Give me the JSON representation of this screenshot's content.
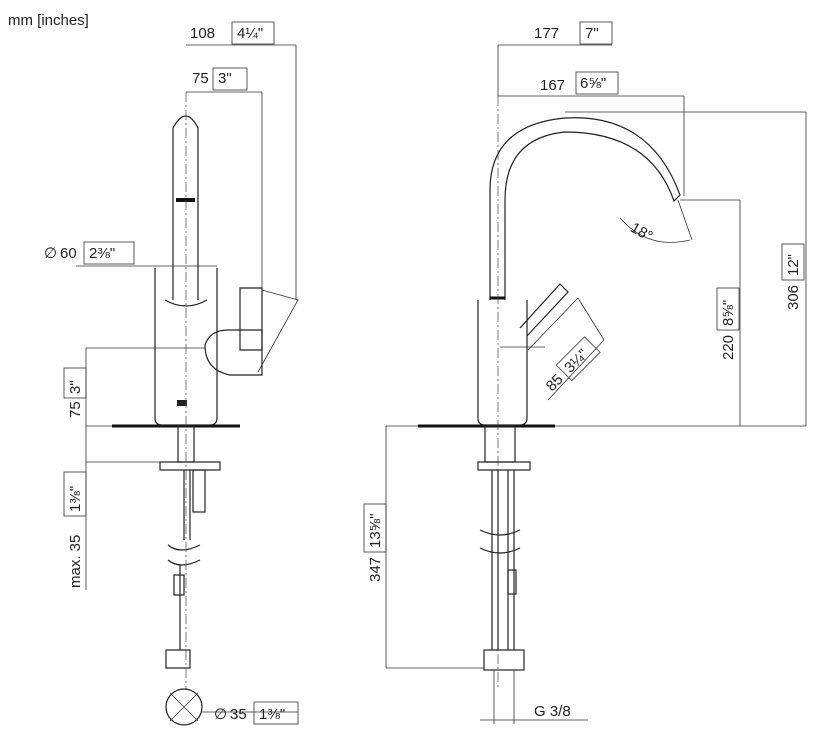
{
  "units_note": "mm [inches]",
  "dimensions": {
    "width_108": "108",
    "width_108_in": "4¼\"",
    "width_75": "75",
    "width_75_in": "3\"",
    "diameter_60": "60",
    "diameter_60_in": "2⅜\"",
    "height_75": "75",
    "height_75_in": "3\"",
    "max_35": "max. 35",
    "max_35_in": "1⅜\"",
    "diameter_35": "35",
    "diameter_35_in": "1⅜\"",
    "width_177": "177",
    "width_177_in": "7\"",
    "width_167": "167",
    "width_167_in": "6⅝\"",
    "angle_18": "18°",
    "height_220": "220",
    "height_220_in": "8⅝\"",
    "height_306": "306",
    "height_306_in": "12\"",
    "length_85": "85",
    "length_85_in": "3¼\"",
    "height_347": "347",
    "height_347_in": "13⅝\"",
    "thread": "G 3/8"
  },
  "symbols": {
    "diameter": "∅"
  }
}
